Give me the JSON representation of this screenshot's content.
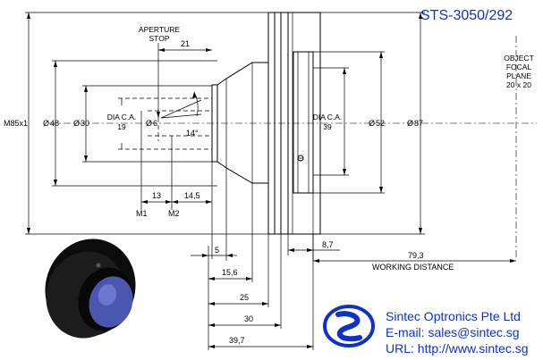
{
  "model": "STS-3050/292",
  "object": {
    "line1": "OBJECT",
    "line2": "FOCAL",
    "line3": "PLANE",
    "line4": "20 x 20"
  },
  "aperture": {
    "line1": "APERTURE",
    "line2": "STOP"
  },
  "dims": {
    "thread": "M85x1",
    "d48": "48",
    "d30": "30",
    "d6": "6",
    "d52": "52",
    "d87": "87",
    "ca_left_1": "DIA C.A.",
    "ca_left_2": "19",
    "ca_right_1": "DIA C.A.",
    "ca_right_2": "39",
    "angle": "14°",
    "stop_dist": "21",
    "m_gap": "13",
    "m2_dist": "14,5",
    "m1": "M1",
    "m2": "M2",
    "d5": "5",
    "d15_6": "15,6",
    "d25": "25",
    "d30_len": "30",
    "d39_7": "39,7",
    "d8_7": "8,7",
    "d79_3": "79,3",
    "working_distance": "WORKING DISTANCE",
    "dia_symbol": "Ø"
  },
  "company": {
    "name": "Sintec Optronics Pte Ltd",
    "email": "E-mail: sales@sintec.sg",
    "url": "URL: http://www.sintec.sg"
  },
  "colors": {
    "brand": "#1030c8",
    "lens": "#4a56b0",
    "body": "#111111"
  }
}
